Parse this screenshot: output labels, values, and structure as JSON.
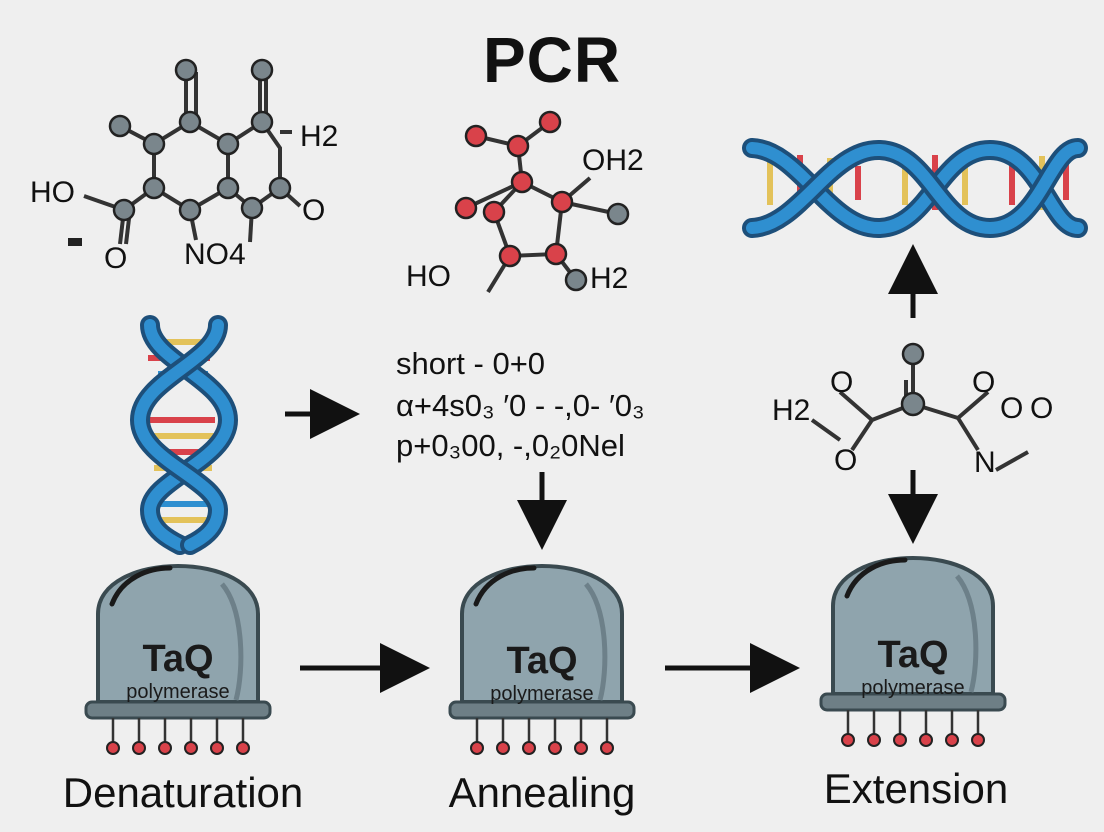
{
  "title": "PCR",
  "molecule_1": {
    "labels": [
      "H2",
      "HO",
      "O",
      "O",
      "NO4"
    ]
  },
  "molecule_2": {
    "labels": [
      "OH2",
      "HO",
      "H2"
    ]
  },
  "molecule_3": {
    "labels": [
      "O",
      "O",
      "O",
      "O",
      "H2",
      "O",
      "N"
    ]
  },
  "primer_note": {
    "lines": [
      "short - 0+0",
      "α+4s0₃  ′0 - -,0- ′0₃",
      "p+0₃00,  -,0₂0Nel"
    ]
  },
  "polymerase": {
    "name": "TaQ",
    "subtitle": "polymerase"
  },
  "steps": [
    {
      "label": "Denaturation"
    },
    {
      "label": "Annealing"
    },
    {
      "label": "Extension"
    }
  ],
  "colors": {
    "dome": "#8fa4ad",
    "dome_dark": "#5f737b",
    "helix_blue": "#2f8fd0",
    "helix_dark": "#1d4f7a",
    "atom_red": "#d9424a",
    "atom_gray": "#7a868c"
  }
}
